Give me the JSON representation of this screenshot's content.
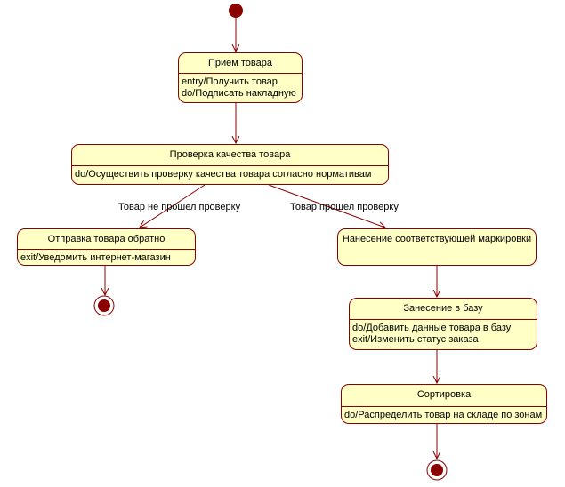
{
  "states": {
    "receive": {
      "name": "Прием товара",
      "actions": [
        "entry/Получить товар",
        "do/Подписать накладную"
      ]
    },
    "quality": {
      "name": "Проверка качества товара",
      "actions": [
        "do/Осуществить проверку качества товара согласно нормативам"
      ]
    },
    "return": {
      "name": "Отправка товара обратно",
      "actions": [
        "exit/Уведомить интернет-магазин"
      ]
    },
    "marking": {
      "name": "Нанесение соответствующей маркировки",
      "actions": []
    },
    "database": {
      "name": "Занесение в базу",
      "actions": [
        "do/Добавить данные товара в базу",
        "exit/Изменить статус заказа"
      ]
    },
    "sorting": {
      "name": "Сортировка",
      "actions": [
        "do/Распределить товар на складе по зонам"
      ]
    }
  },
  "transitions": {
    "failed": "Товар не прошел проверку",
    "passed": "Товар прошел проверку"
  },
  "colors": {
    "state_fill": "#ffffc6",
    "border": "#8b0000",
    "node_fill": "#8b0000"
  }
}
